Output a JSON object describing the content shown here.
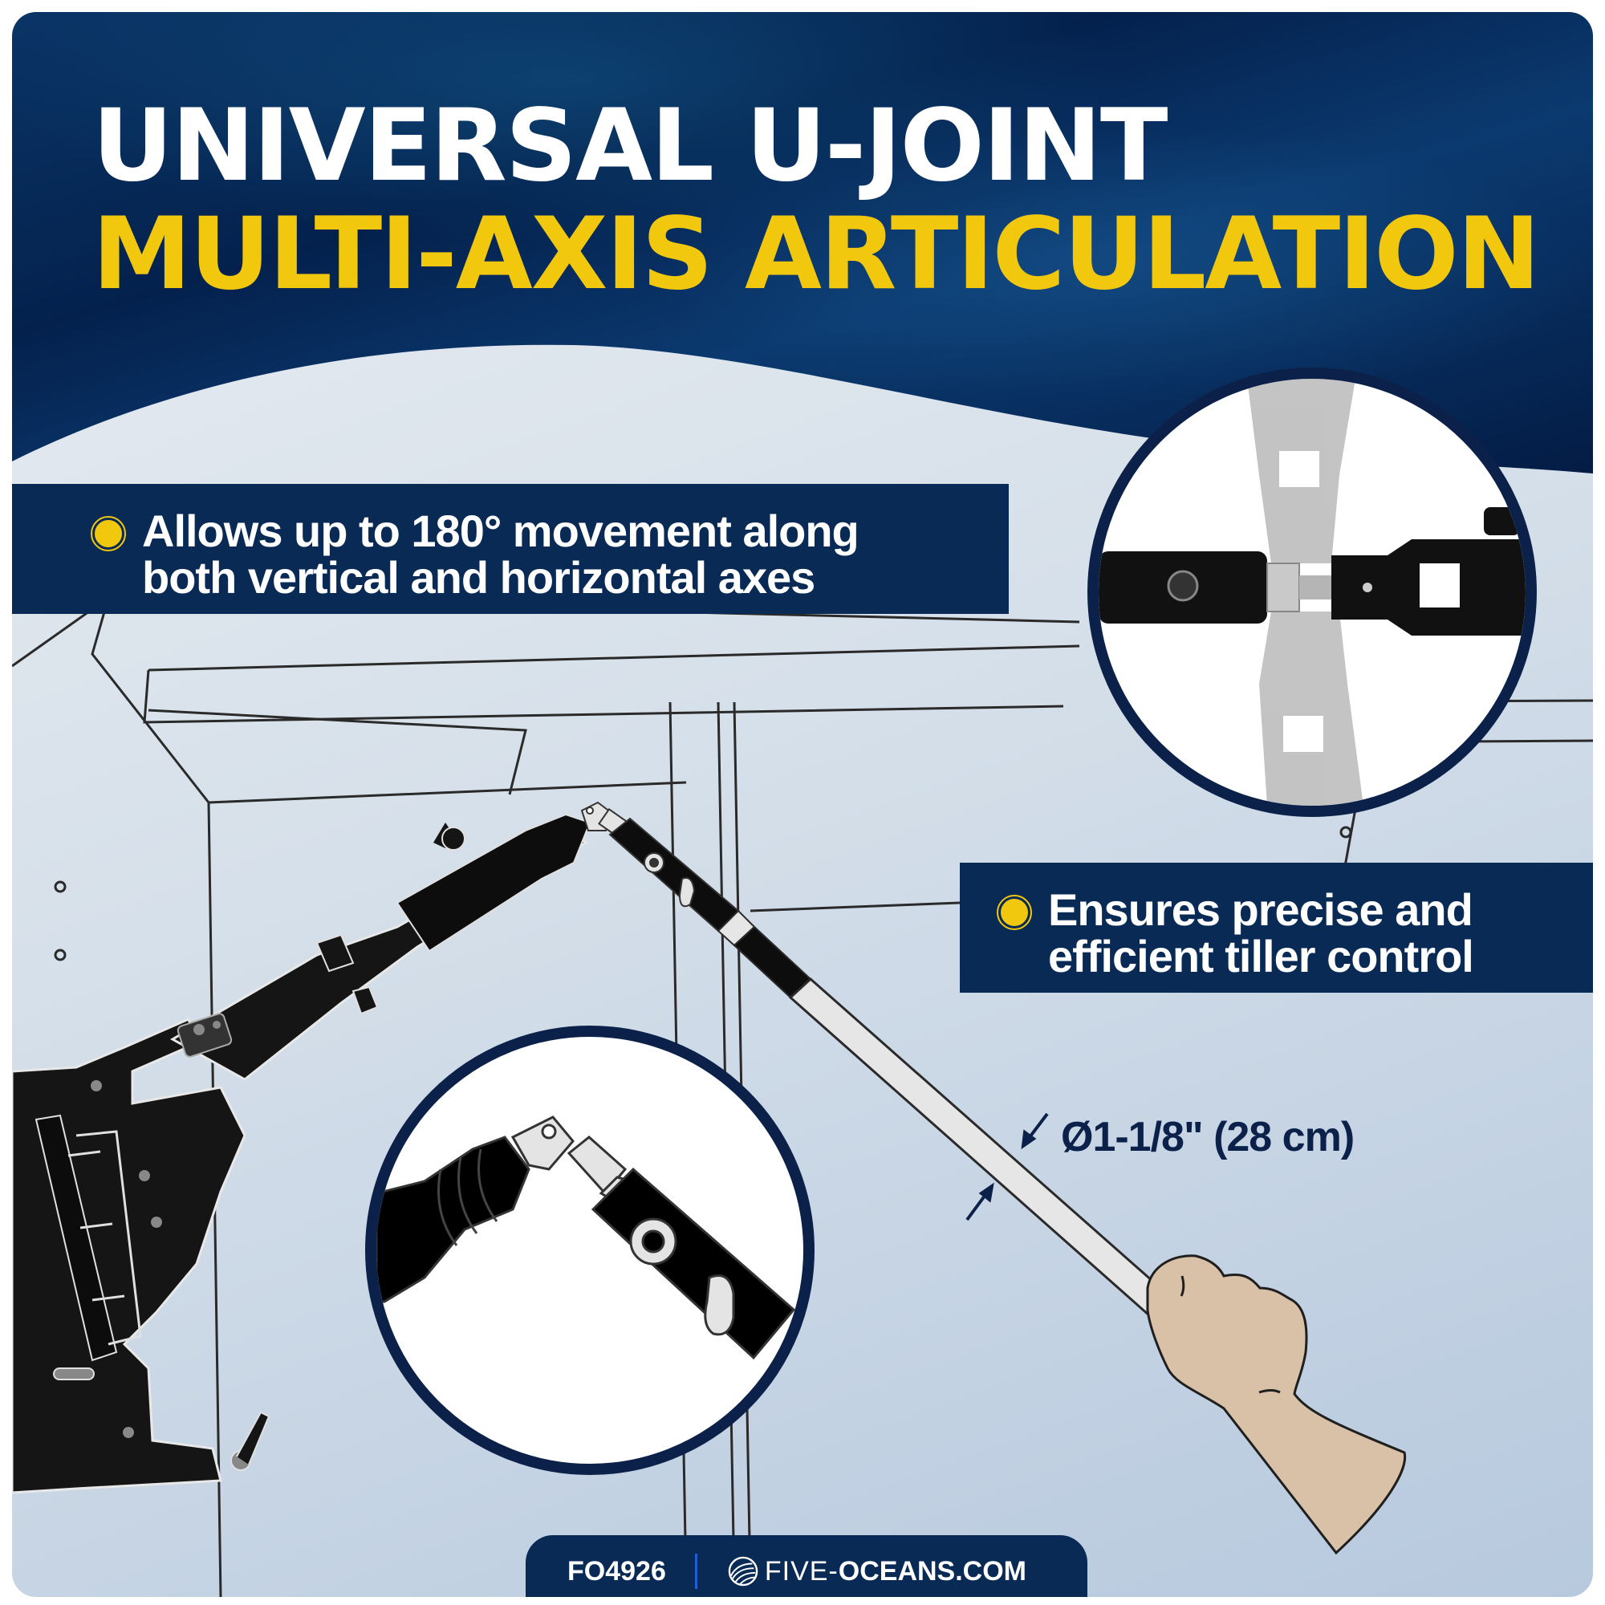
{
  "header": {
    "title_line_1": "UNIVERSAL U-JOINT",
    "title_line_2": "MULTI-AXIS ARTICULATION"
  },
  "features": [
    {
      "text": "Allows up to 180° movement along\nboth vertical and horizontal axes",
      "icon": "yellow-bullet"
    },
    {
      "text": "Ensures precise and\nefficient tiller control",
      "icon": "yellow-bullet"
    }
  ],
  "dimension": {
    "label": "Ø1-1/8\" (28 cm)",
    "icon": "dimension-arrows"
  },
  "insets": {
    "photo": "u-joint-photo-closeup",
    "illustration": "u-joint-illustration-closeup"
  },
  "footer": {
    "sku": "FO4926",
    "brand_prefix": "FIVE-",
    "brand_suffix": "OCEANS.COM",
    "logo_icon": "five-oceans-wave-logo"
  },
  "colors": {
    "navy": "#082a55",
    "dark_navy": "#0b2149",
    "yellow": "#f2c80f",
    "white": "#ffffff",
    "skin": "#d9c1a7",
    "pole_light": "#e6e6e6"
  }
}
